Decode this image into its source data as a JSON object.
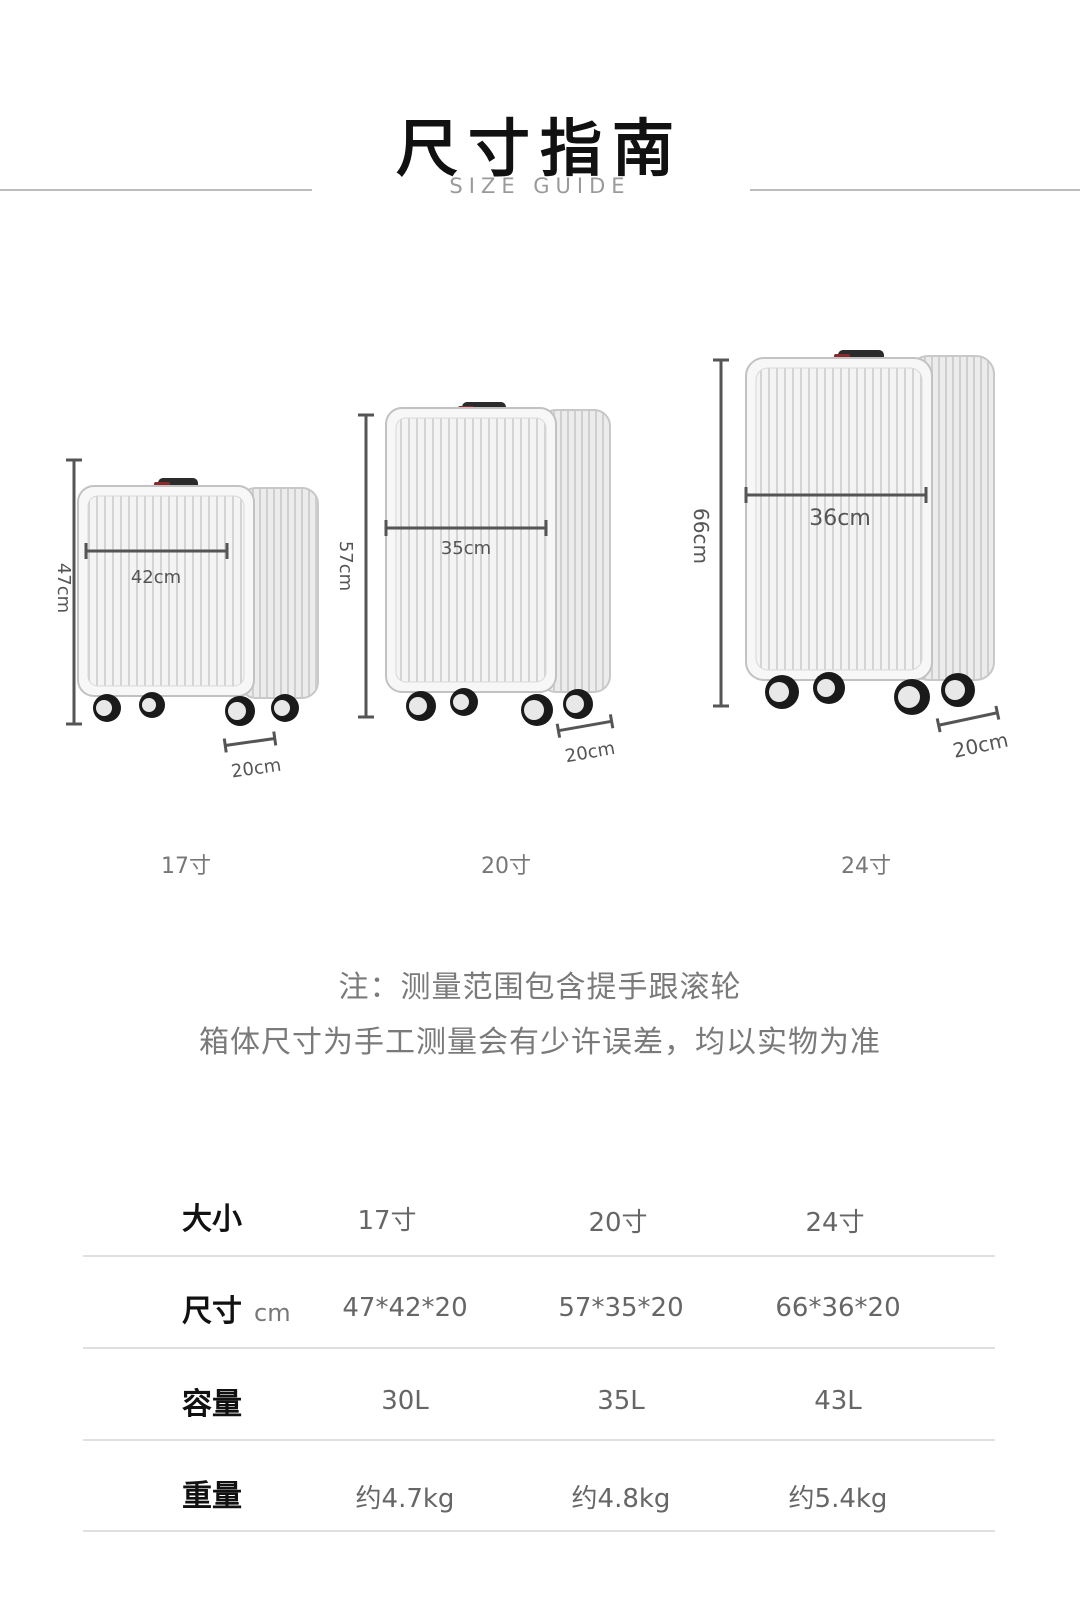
{
  "header": {
    "title": "尺寸指南",
    "subtitle": "SIZE GUIDE"
  },
  "suitcases": [
    {
      "label": "17寸",
      "height": "47cm",
      "width": "42cm",
      "depth": "20cm"
    },
    {
      "label": "20寸",
      "height": "57cm",
      "width": "35cm",
      "depth": "20cm"
    },
    {
      "label": "24寸",
      "height": "66cm",
      "width": "36cm",
      "depth": "20cm"
    }
  ],
  "note": {
    "line1": "注：测量范围包含提手跟滚轮",
    "line2": "箱体尺寸为手工测量会有少许误差，均以实物为准"
  },
  "spec_table": {
    "rows": [
      {
        "head": "大小",
        "unit": "",
        "values": [
          "17寸",
          "20寸",
          "24寸"
        ]
      },
      {
        "head": "尺寸",
        "unit": "cm",
        "values": [
          "47*42*20",
          "57*35*20",
          "66*36*20"
        ]
      },
      {
        "head": "容量",
        "unit": "",
        "values": [
          "30L",
          "35L",
          "43L"
        ]
      },
      {
        "head": "重量",
        "unit": "",
        "values": [
          "约4.7kg",
          "约4.8kg",
          "约5.4kg"
        ]
      }
    ]
  },
  "colors": {
    "shell": "#f3f3f3",
    "rib": "#d0d0d0",
    "dimension_line": "#555555",
    "wheel": "#1a1a1a"
  }
}
